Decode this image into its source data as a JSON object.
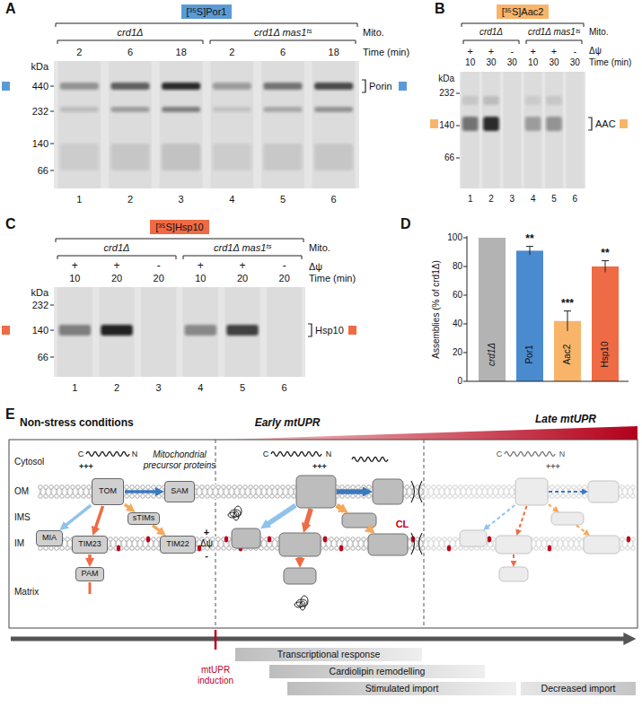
{
  "diagram": {
    "nodes": [
      {
        "text": [
          "[³⁵S]Por1"
        ]
      },
      {
        "text": [
          "[³⁵S]Aac2"
        ]
      },
      {
        "text": [
          "[³⁵S]Hsp10"
        ]
      },
      {
        "text": [
          "TOM"
        ]
      },
      {
        "text": [
          "SAM"
        ]
      },
      {
        "text": [
          "sTIMs"
        ]
      },
      {
        "text": [
          "MIA"
        ]
      },
      {
        "text": [
          "TIM23"
        ]
      },
      {
        "text": [
          "TIM22"
        ]
      },
      {
        "text": [
          "PAM"
        ]
      },
      {
        "text": [
          "Transcriptional response"
        ]
      },
      {
        "text": [
          "Cardiolipin remodelling"
        ]
      },
      {
        "text": [
          "Stimulated import"
        ]
      },
      {
        "text": [
          "Decreased import"
        ]
      }
    ],
    "edges": [
      {
        "from": 3,
        "to": 4,
        "arrow": "to"
      },
      {
        "from": 3,
        "to": 6,
        "arrow": "to"
      },
      {
        "from": 3,
        "to": 7,
        "arrow": "to"
      },
      {
        "from": 3,
        "to": 5,
        "arrow": "to"
      },
      {
        "from": 5,
        "to": 8,
        "arrow": "to"
      },
      {
        "from": 7,
        "to": 9,
        "arrow": "to"
      }
    ],
    "labels": [
      "A",
      "crd1Δ",
      "crd1Δ mas1ᵗˢ",
      "Mito.",
      "2",
      "6",
      "18",
      "2",
      "6",
      "18",
      "Time (min)",
      "kDa",
      "440",
      "232",
      "140",
      "66",
      "Porin",
      "1",
      "2",
      "3",
      "4",
      "5",
      "6",
      "B",
      "crd1Δ",
      "crd1Δ mas1ᵗˢ",
      "Mito.",
      "+",
      "+",
      "-",
      "+",
      "+",
      "-",
      "Δψ",
      "10",
      "30",
      "30",
      "10",
      "30",
      "30",
      "Time (min)",
      "kDa",
      "232",
      "140",
      "66",
      "AAC",
      "1",
      "2",
      "3",
      "4",
      "5",
      "6",
      "C",
      "crd1Δ",
      "crd1Δ mas1ᵗˢ",
      "Mito.",
      "+",
      "+",
      "-",
      "+",
      "+",
      "-",
      "Δψ",
      "10",
      "20",
      "20",
      "10",
      "20",
      "20",
      "Time (min)",
      "kDa",
      "232",
      "140",
      "66",
      "Hsp10",
      "1",
      "2",
      "3",
      "4",
      "5",
      "6",
      "D",
      "Assemblies (% of crd1Δ)",
      "0",
      "20",
      "40",
      "60",
      "80",
      "100",
      "crd1Δ",
      "Por1",
      "Aac2",
      "Hsp10",
      "**",
      "***",
      "**",
      "E",
      "Non-stress conditions",
      "Early mtUPR",
      "Late mtUPR",
      "Mitochondrial precursor proteins",
      "Cytosol",
      "OM",
      "IMS",
      "IM",
      "Matrix",
      "+",
      "Δψ",
      "-",
      "C",
      "+++",
      "N",
      "C",
      "+++",
      "N",
      "C",
      "+++",
      "N",
      "CL",
      "mtUPR induction"
    ]
  }
}
